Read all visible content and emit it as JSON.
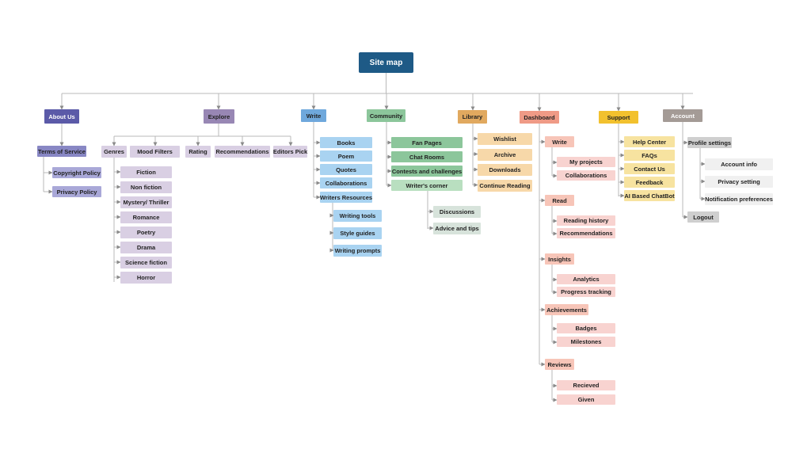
{
  "title": "Site map",
  "colors": {
    "root": "#1e5a86",
    "line": "#b8b8b8",
    "arrow": "#8a8a8a",
    "about": {
      "main": "#5b5aa8",
      "mid": "#8887c4",
      "light": "#a9a8d8"
    },
    "explore": {
      "main": "#9887b4",
      "light": "#d9cfe3"
    },
    "write": {
      "main": "#6fa8dc",
      "light": "#a9d3f1"
    },
    "community": {
      "main": "#8cc69b",
      "light": "#b9dfc0",
      "faint": "#d7e3db"
    },
    "library": {
      "main": "#e1a95f",
      "light": "#f7d8a9"
    },
    "dashboard": {
      "main": "#ef9a86",
      "light": "#f7c5b8",
      "faint": "#f8d3d0"
    },
    "support": {
      "main": "#f2c12e",
      "light": "#f7e3a0"
    },
    "account": {
      "main": "#a49b96",
      "mid": "#cfcfcf",
      "light": "#f0f0f0"
    }
  },
  "sections": {
    "about": {
      "label": "About Us",
      "children": [
        {
          "label": "Terms of Service",
          "children": [
            "Copyright Policy",
            "Privacy Policy"
          ]
        }
      ]
    },
    "explore": {
      "label": "Explore",
      "children": [
        {
          "label": "Genres",
          "children": [
            "Fiction",
            "Non fiction",
            "Mystery/ Thriller",
            "Romance",
            "Poetry",
            "Drama",
            "Science fiction",
            "Horror"
          ]
        },
        {
          "label": "Mood Filters"
        },
        {
          "label": "Rating"
        },
        {
          "label": "Recommendations"
        },
        {
          "label": "Editors Pick"
        }
      ]
    },
    "write": {
      "label": "Write",
      "children": [
        "Books",
        "Poem",
        "Quotes",
        "Collaborations"
      ],
      "resources": {
        "label": "Writers Resources",
        "children": [
          "Writing tools",
          "Style guides",
          "Writing prompts"
        ]
      }
    },
    "community": {
      "label": "Community",
      "children": [
        "Fan Pages",
        "Chat Rooms",
        "Contests and challenges"
      ],
      "corner": {
        "label": "Writer's corner",
        "children": [
          "Discussions",
          "Advice and tips"
        ]
      }
    },
    "library": {
      "label": "Library",
      "children": [
        "Wishlist",
        "Archive",
        "Downloads",
        "Continue Reading"
      ]
    },
    "dashboard": {
      "label": "Dashboard",
      "groups": [
        {
          "label": "Write",
          "children": [
            "My projects",
            "Collaborations"
          ]
        },
        {
          "label": "Read",
          "children": [
            "Reading history",
            "Recommendations"
          ]
        },
        {
          "label": "Insights",
          "children": [
            "Analytics",
            "Progress tracking"
          ]
        },
        {
          "label": "Achievements",
          "children": [
            "Badges",
            "Milestones"
          ]
        },
        {
          "label": "Reviews",
          "children": [
            "Recieved",
            "Given"
          ]
        }
      ]
    },
    "support": {
      "label": "Support",
      "children": [
        "Help Center",
        "FAQs",
        "Contact Us",
        "Feedback",
        "AI Based ChatBot"
      ]
    },
    "account": {
      "label": "Account",
      "profile": {
        "label": "Profile settings",
        "children": [
          "Account info",
          "Privacy setting",
          "Notification preferences"
        ]
      },
      "logout": "Logout"
    }
  }
}
